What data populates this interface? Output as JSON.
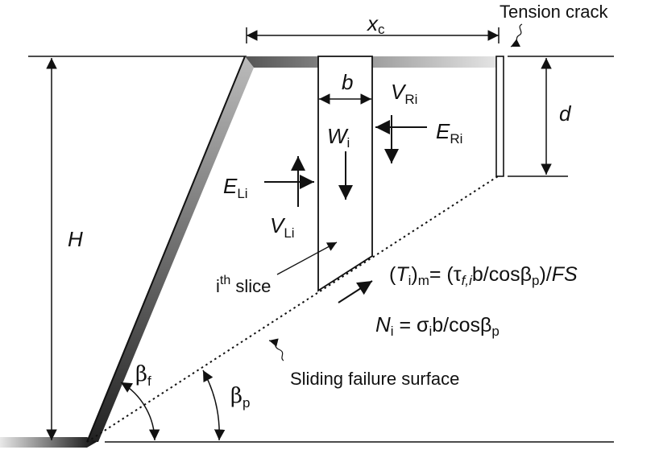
{
  "labels": {
    "tension_crack": "Tension crack",
    "xc_main": "x",
    "xc_sub": "c",
    "d": "d",
    "H": "H",
    "b": "b",
    "W_main": "W",
    "W_sub": "i",
    "VR_main": "V",
    "VR_sub": "Ri",
    "ER_main": "E",
    "ER_sub": "Ri",
    "EL_main": "E",
    "EL_sub": "Li",
    "VL_main": "V",
    "VL_sub": "Li",
    "slice_main": "i",
    "slice_sup": "th",
    "slice_rest": " slice",
    "sliding_surface": "Sliding failure surface",
    "beta_f_main": "β",
    "beta_f_sub": "f",
    "beta_p_main": "β",
    "beta_p_sub": "p"
  },
  "equations": {
    "T_part1": "(",
    "T_symbol": "T",
    "T_sub_i": "i",
    "T_part2": ")",
    "T_sub_m": "m",
    "T_part3": "= (τ",
    "T_sub_fi": "f,i",
    "T_part4": "b/cosβ",
    "T_sub_p": "p",
    "T_part5": ")/",
    "T_FS": "FS",
    "N_symbol": "N",
    "N_sub_i": "i",
    "N_part1": "  = σ",
    "N_sub_i2": "i",
    "N_part2": "b/cosβ",
    "N_sub_p": "p"
  },
  "colors": {
    "line": "#111111",
    "slope_face_gradient_start": "#222222",
    "slope_face_gradient_end": "#dddddd"
  }
}
